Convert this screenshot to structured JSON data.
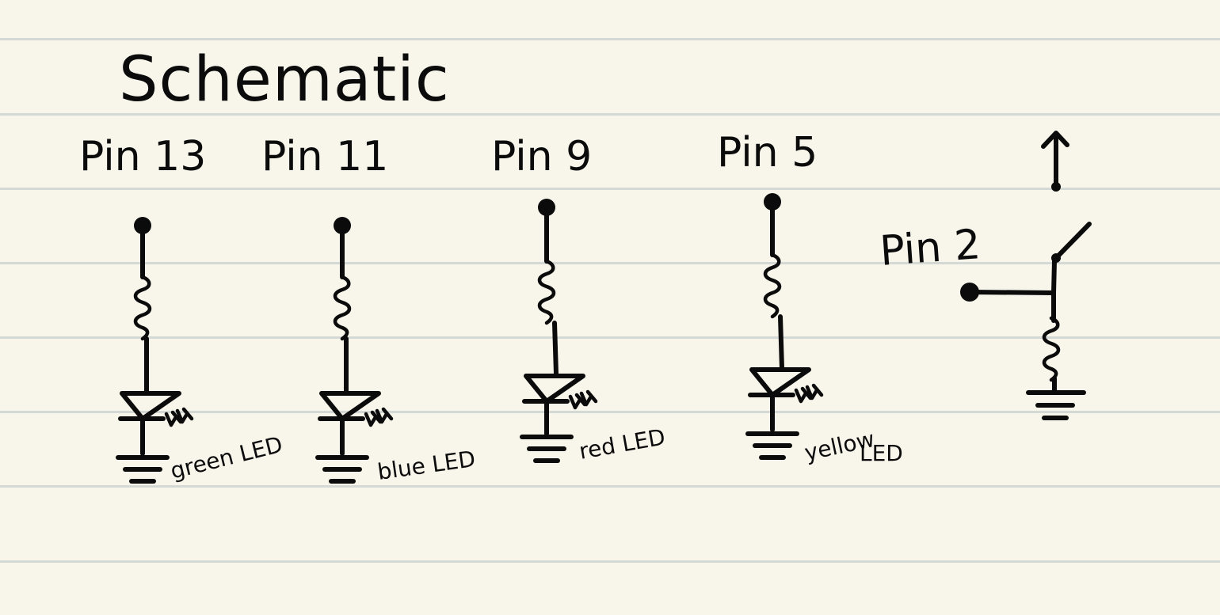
{
  "title": "Schematic",
  "led_channels": [
    {
      "pin_label": "Pin 13",
      "led_label": "green LED"
    },
    {
      "pin_label": "Pin 11",
      "led_label": "blue LED"
    },
    {
      "pin_label": "Pin 9",
      "led_label": "red LED"
    },
    {
      "pin_label": "Pin 5",
      "led_label_line1": "yellow",
      "led_label_line2": "LED"
    }
  ],
  "button": {
    "pin_label": "Pin 2"
  },
  "colors": {
    "paper": "#f8f6eb",
    "rule": "#d5d9d6",
    "ink": "#0b0b0b"
  }
}
